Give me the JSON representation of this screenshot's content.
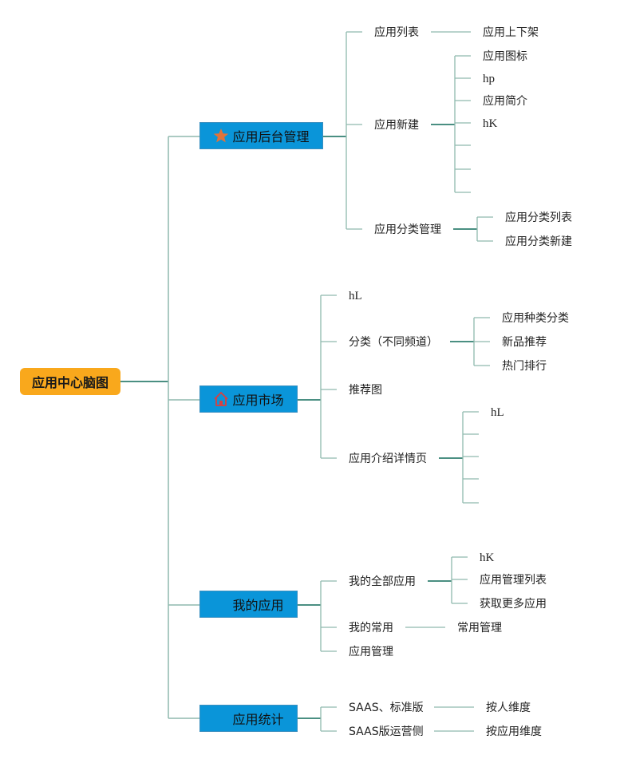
{
  "root": "应用中心脑图",
  "branches": [
    {
      "label": "应用后台管理",
      "icon": "star-icon",
      "children": [
        {
          "label": "应用列表",
          "children": [
            "应用上下架"
          ]
        },
        {
          "label": "应用新建",
          "children": [
            "应用图标",
            "hp",
            "应用简介",
            "hK",
            "",
            "",
            ""
          ]
        },
        {
          "label": "应用分类管理",
          "children": [
            "应用分类列表",
            "应用分类新建"
          ]
        }
      ]
    },
    {
      "label": "应用市场",
      "icon": "house-icon",
      "children": [
        {
          "label": "hL",
          "children": []
        },
        {
          "label": "分类（不同频道）",
          "children": [
            "应用种类分类",
            "新品推荐",
            "热门排行"
          ]
        },
        {
          "label": "推荐图",
          "children": []
        },
        {
          "label": "应用介绍详情页",
          "children": [
            "hL",
            "",
            "",
            "",
            ""
          ]
        }
      ]
    },
    {
      "label": "我的应用",
      "icon": "",
      "children": [
        {
          "label": "我的全部应用",
          "children": [
            "hK",
            "应用管理列表",
            "获取更多应用"
          ]
        },
        {
          "label": "我的常用",
          "children": [
            "常用管理"
          ]
        },
        {
          "label": "应用管理",
          "children": []
        }
      ]
    },
    {
      "label": "应用统计",
      "icon": "",
      "children": [
        {
          "label": "SAAS、标准版",
          "children": [
            "按人维度"
          ]
        },
        {
          "label": "SAAS版运营侧",
          "children": [
            "按应用维度"
          ]
        }
      ]
    }
  ],
  "colors": {
    "root": "#f9a81c",
    "branch": "#0a95d9",
    "line": "#8fb9ae",
    "line_dark": "#4a8f82",
    "star": "#e0733a",
    "house": "#d94040"
  }
}
